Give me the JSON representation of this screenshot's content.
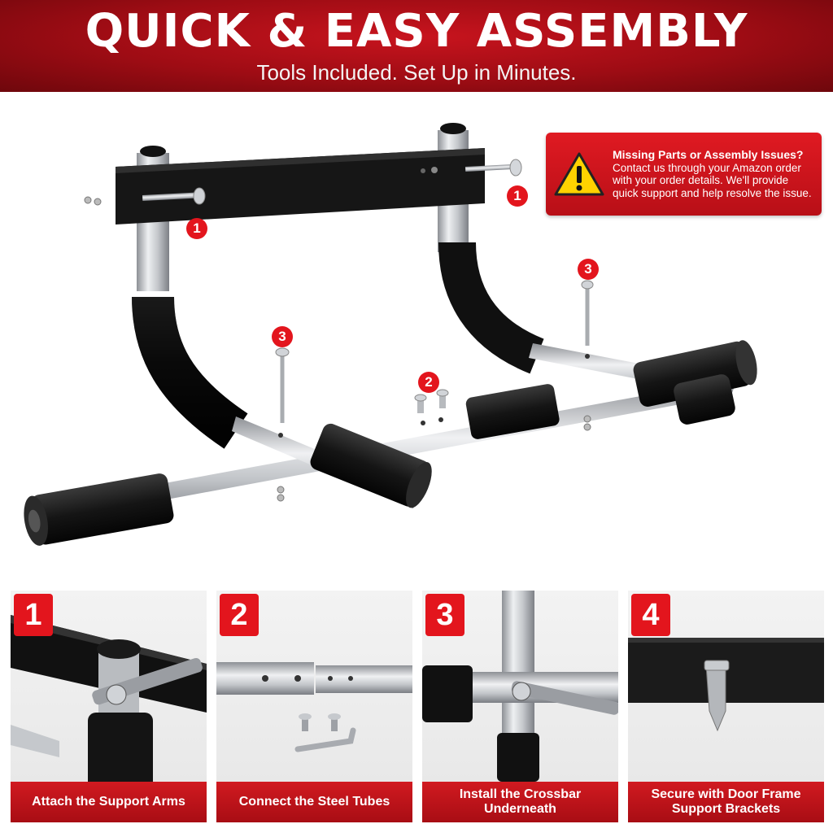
{
  "banner": {
    "title": "QUICK & EASY ASSEMBLY",
    "subtitle": "Tools Included. Set Up in Minutes."
  },
  "support": {
    "heading": "Missing Parts or Assembly Issues?",
    "body": "Contact us through your Amazon order with your order details. We'll provide quick support and help resolve the issue.",
    "icon": "warning-icon"
  },
  "callouts": [
    "1",
    "1",
    "2",
    "3",
    "3"
  ],
  "steps": [
    {
      "number": "1",
      "caption": "Attach the Support Arms"
    },
    {
      "number": "2",
      "caption": "Connect the Steel Tubes"
    },
    {
      "number": "3",
      "caption": "Install the Crossbar Underneath"
    },
    {
      "number": "4",
      "caption": "Secure with Door Frame Support Brackets"
    }
  ],
  "colors": {
    "brand_red": "#e3151d",
    "dark_red": "#9e0c14",
    "foam_black": "#1b1b1b",
    "steel": "#c9ccd0"
  }
}
